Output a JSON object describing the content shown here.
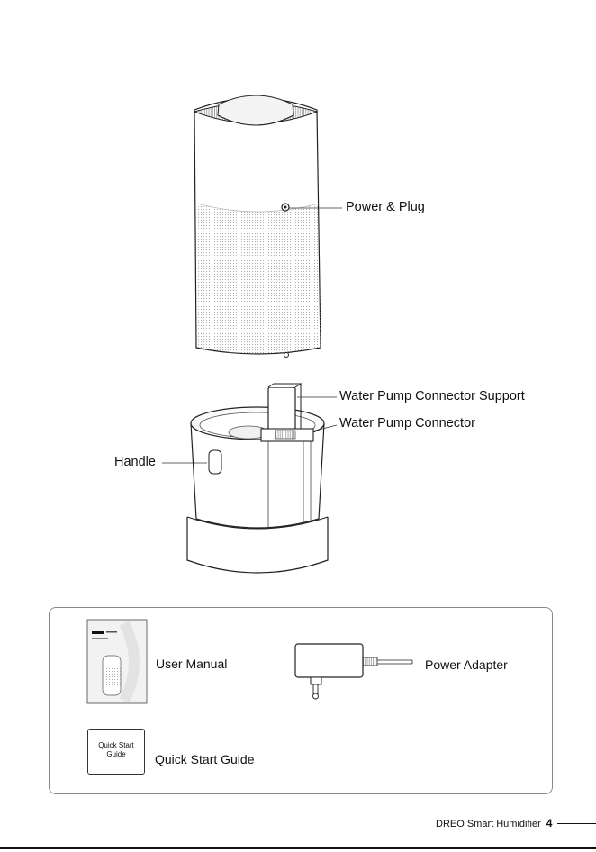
{
  "callouts": {
    "power_plug": "Power & Plug",
    "pump_support": "Water Pump Connector Support",
    "pump_connector": "Water Pump Connector",
    "handle": "Handle"
  },
  "accessories": {
    "user_manual": "User Manual",
    "power_adapter": "Power Adapter",
    "quick_start_guide": "Quick Start Guide",
    "booklet_text": "Quick Start\nGuide"
  },
  "footer": {
    "brand": "DREO Smart Humidifier",
    "page": "4"
  }
}
